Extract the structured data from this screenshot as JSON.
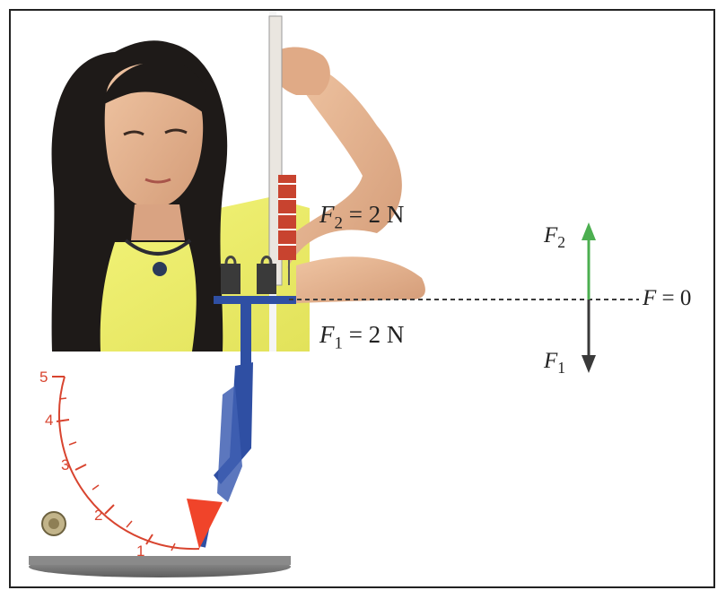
{
  "labels": {
    "f2_equation": {
      "symbol": "F",
      "sub": "2",
      "rest": "= 2 N"
    },
    "f1_equation": {
      "symbol": "F",
      "sub": "1",
      "rest": "= 2 N"
    },
    "f2_vector": {
      "symbol": "F",
      "sub": "2"
    },
    "f1_vector": {
      "symbol": "F",
      "sub": "1"
    },
    "net_force": {
      "symbol": "F",
      "rest": "= 0"
    }
  },
  "dial": {
    "ticks": [
      "1",
      "2",
      "3",
      "4",
      "5"
    ]
  },
  "colors": {
    "dial_red": "#d8442f",
    "pointer_red": "#f0442a",
    "arrow_green": "#4caf50",
    "arrow_dark": "#3a3a3a",
    "dashed_line": "#3a3a3a",
    "shirt_yellow": "#eef06a",
    "scale_blue": "#2f4fa3",
    "hair": "#1e1a18",
    "skin": "#e6b592"
  }
}
